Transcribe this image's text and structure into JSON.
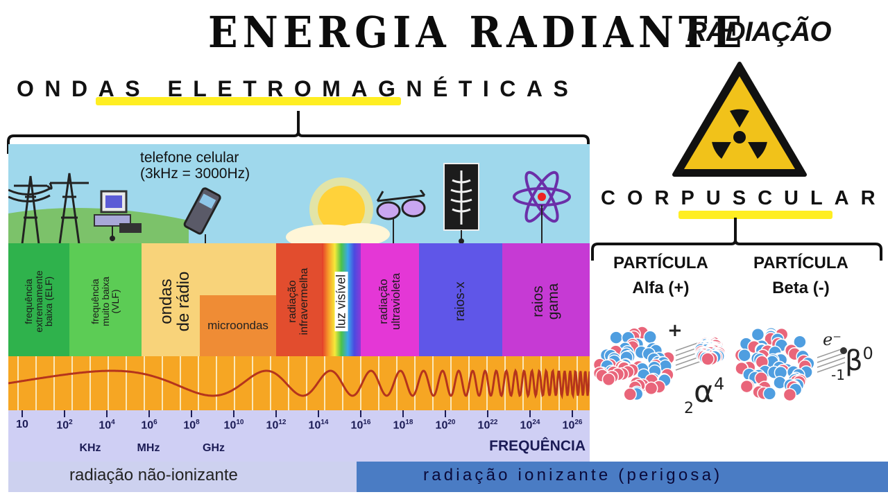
{
  "title": "ENERGIA RADIANTE",
  "subtitle": "RADIAÇÃO",
  "ondas_title": "ONDAS ELETROMAGNÉTICAS",
  "corpuscular_title": "CORPUSCULAR",
  "phone": {
    "line1": "telefone celular",
    "line2": "(3kHz = 3000Hz)"
  },
  "bands": [
    {
      "key": "elf",
      "lines": [
        "frequência",
        "extremamente",
        "baixa (ELF)"
      ],
      "color": "#2fb24c"
    },
    {
      "key": "vlf",
      "lines": [
        "frequência",
        "muito baixa",
        "(VLF)"
      ],
      "color": "#5ccc55"
    },
    {
      "key": "radio",
      "lines": [
        "ondas",
        "de rádio"
      ],
      "color": "#f8d37a"
    },
    {
      "key": "micro",
      "lines": [
        "microondas"
      ],
      "color": "#ef8c35"
    },
    {
      "key": "ir",
      "lines": [
        "radiação",
        "infravermelha"
      ],
      "color": "#e24d2e"
    },
    {
      "key": "visible",
      "lines": [
        "luz visível"
      ],
      "color": "#ffffff"
    },
    {
      "key": "uv",
      "lines": [
        "radiação",
        "ultravioleta"
      ],
      "color": "#e437d6"
    },
    {
      "key": "xray",
      "lines": [
        "raios-x"
      ],
      "color": "#5f56e8"
    },
    {
      "key": "gamma",
      "lines": [
        "raios",
        "gama"
      ],
      "color": "#c63ad4"
    }
  ],
  "frequency_ticks": [
    {
      "base": "10",
      "exp": ""
    },
    {
      "base": "10",
      "exp": "2"
    },
    {
      "base": "10",
      "exp": "4"
    },
    {
      "base": "10",
      "exp": "6"
    },
    {
      "base": "10",
      "exp": "8"
    },
    {
      "base": "10",
      "exp": "10"
    },
    {
      "base": "10",
      "exp": "12"
    },
    {
      "base": "10",
      "exp": "14"
    },
    {
      "base": "10",
      "exp": "16"
    },
    {
      "base": "10",
      "exp": "18"
    },
    {
      "base": "10",
      "exp": "20"
    },
    {
      "base": "10",
      "exp": "22"
    },
    {
      "base": "10",
      "exp": "24"
    },
    {
      "base": "10",
      "exp": "26"
    }
  ],
  "units": [
    "KHz",
    "MHz",
    "GHz"
  ],
  "frequency_label": "FREQUÊNCIA",
  "non_ionizing": "radiação não-ionizante",
  "ionizing": "radiação ionizante (perigosa)",
  "alpha": {
    "line1": "PARTÍCULA",
    "line2": "Alfa (+)",
    "charge": "+",
    "sub": "2",
    "symbol": "α",
    "sup": "4"
  },
  "beta": {
    "line1": "PARTÍCULA",
    "line2": "Beta (-)",
    "electron": "e⁻",
    "sub": "-1",
    "symbol": "β",
    "sup": "0"
  },
  "colors": {
    "sky": "#9fd8ec",
    "wave_strip": "#f6a623",
    "wave": "#b5341c",
    "frequency_area": "#cfcff4",
    "ionizing_bar": "#4a7cc4",
    "highlight": "#ffee22",
    "radiation_sign": "#f1c21a"
  },
  "icons": [
    "power-tower-icon",
    "computer-icon",
    "cell-phone-icon",
    "sun-icon",
    "sunglasses-icon",
    "x-ray-icon",
    "atom-icon",
    "radiation-warning-icon",
    "alpha-nucleus-icon",
    "beta-nucleus-icon"
  ]
}
